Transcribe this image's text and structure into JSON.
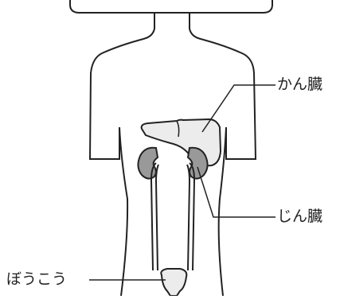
{
  "labels": {
    "liver": "かん臓",
    "kidney": "じん臓",
    "bladder": "ぼうこう"
  },
  "colors": {
    "outline": "#222222",
    "liver_fill": "#ececec",
    "kidney_fill": "#999999",
    "body_fill": "#ffffff"
  }
}
